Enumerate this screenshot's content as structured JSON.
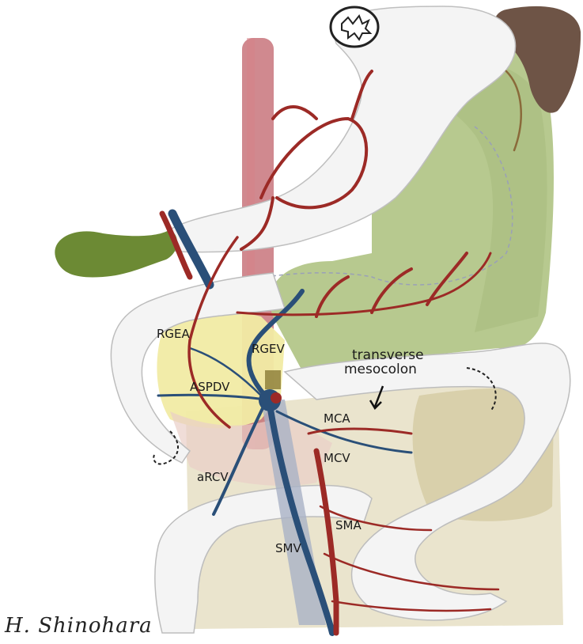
{
  "labels": {
    "rgea": "RGEA",
    "rgev": "RGEV",
    "aspdv": "ASPDV",
    "arcv": "aRCV",
    "mca": "MCA",
    "mcv": "MCV",
    "sma": "SMA",
    "smv": "SMV",
    "mesocolon_line1": "transverse",
    "mesocolon_line2": "mesocolon"
  },
  "signature": "H. Shinohara",
  "colors": {
    "artery": "#9c2a26",
    "vein": "#2a4f78",
    "mesentery": "#b7c98f",
    "pancreas": "#f1eba4",
    "aorta": "#c0626a",
    "organ": "#f4f4f4",
    "gallbladder": "#6c8a34",
    "spleen": "#6e5446",
    "retroperitoneum": "#ded5b6"
  }
}
